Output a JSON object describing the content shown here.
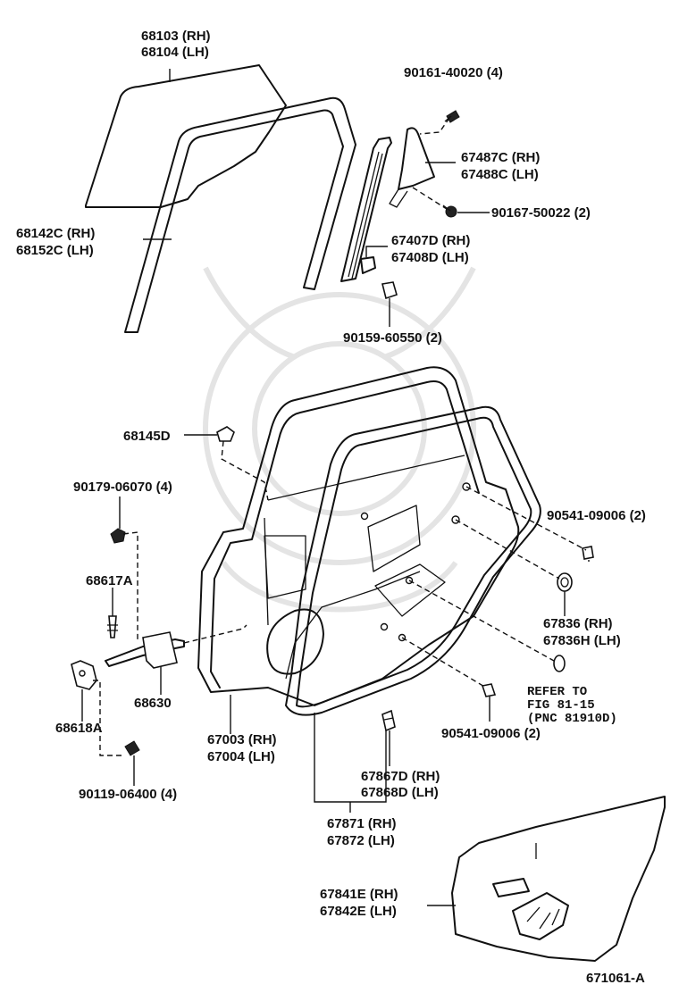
{
  "diagram": {
    "drawing_number": "671061-A",
    "labels": {
      "glass": [
        "68103 (RH)",
        "68104 (LH)"
      ],
      "run_channel": [
        "68142C (RH)",
        "68152C (LH)"
      ],
      "screw_top": [
        "90161-40020 (4)"
      ],
      "quarter_glass": [
        "67487C (RH)",
        "67488C (LH)"
      ],
      "screw_quarter": [
        "90167-50022 (2)"
      ],
      "division_bar": [
        "67407D (RH)",
        "67408D (LH)"
      ],
      "bolt_bar": [
        "90159-60550 (2)"
      ],
      "clip_top": [
        "68145D"
      ],
      "bolt_check": [
        "90179-06070 (4)"
      ],
      "stopper": [
        "68617A"
      ],
      "door_check": [
        "68630"
      ],
      "hinge": [
        "68618A"
      ],
      "bolt_hinge": [
        "90119-06400 (4)"
      ],
      "door_panel": [
        "67003 (RH)",
        "67004 (LH)"
      ],
      "plug_upper": [
        "90541-09006 (2)"
      ],
      "hole_cover": [
        "67836  (RH)",
        "67836H (LH)"
      ],
      "refer": [
        "REFER TO",
        "FIG 81-15",
        "(PNC 81910D)"
      ],
      "plug_lower": [
        "90541-09006 (2)"
      ],
      "clip_weather": [
        "67867D (RH)",
        "67868D (LH)"
      ],
      "weatherstrip": [
        "67871 (RH)",
        "67872 (LH)"
      ],
      "trim_board": [
        "67841E (RH)",
        "67842E (LH)"
      ]
    }
  }
}
